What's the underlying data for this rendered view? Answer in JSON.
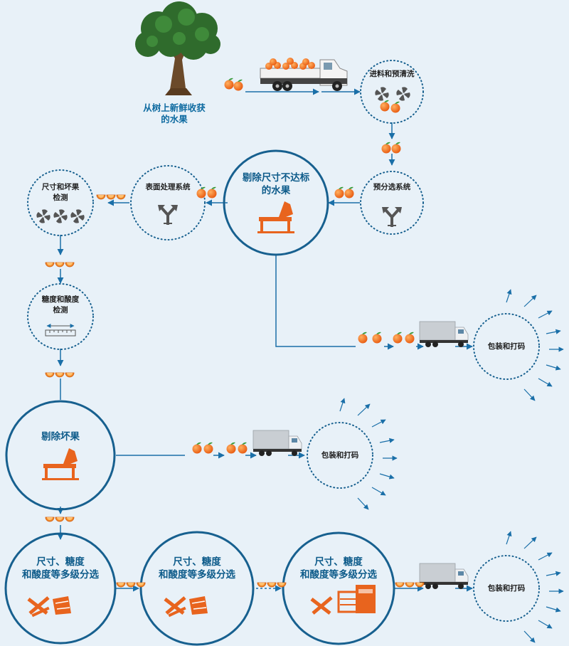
{
  "title": "从树上新鲜收获\n的水果",
  "steps": {
    "feed_wash": "进料和预清洗",
    "pre_sort": "预分选系统",
    "remove_undersize": "剔除尺寸不达标\n的水果",
    "surface": "表面处理系统",
    "size_defect": "尺寸和坏果\n检测",
    "sugar_acid": "糖度和酸度\n检测",
    "remove_bad": "剔除坏果",
    "grade1": "尺寸、糖度\n和酸度等多级分选",
    "grade2": "尺寸、糖度\n和酸度等多级分选",
    "grade3": "尺寸、糖度\n和酸度等多级分选",
    "pack1": "包装和打码",
    "pack2": "包装和打码",
    "pack3": "包装和打码"
  },
  "colors": {
    "background": "#e8f1f8",
    "flow": "#1a6fa8",
    "ring": "#17608f",
    "accent": "#e8641e",
    "fruit": "#f07a1d",
    "text": "#222222"
  },
  "icons": [
    "tree-icon",
    "truck-icon",
    "pinwheel-icon",
    "split-arrow-icon",
    "conveyor-machine-icon",
    "ruler-icon",
    "grader-machine-icon",
    "box-truck-icon",
    "orange-icon",
    "orange-slice-icon"
  ]
}
